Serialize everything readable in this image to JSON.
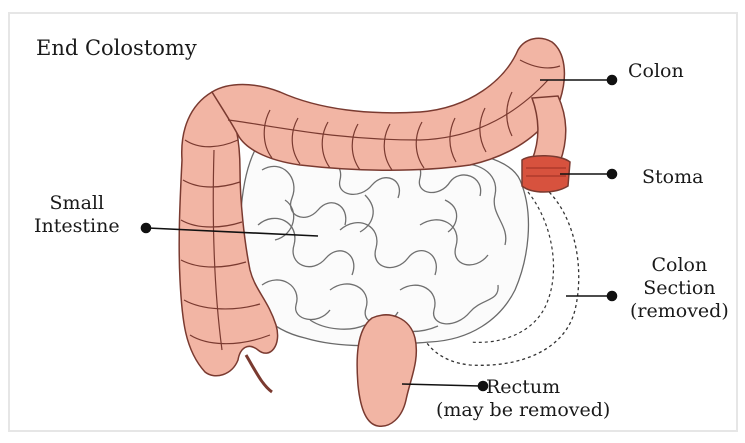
{
  "title": "End Colostomy",
  "labels": {
    "colon": "Colon",
    "stoma": "Stoma",
    "small_intestine": [
      "Small",
      "Intestine"
    ],
    "colon_section": [
      "Colon",
      "Section",
      "(removed)"
    ],
    "rectum": [
      "Rectum",
      "(may be removed)"
    ]
  },
  "colors": {
    "tissue": "#f2b5a4",
    "tissue_outline": "#7a3a30",
    "stoma": "#d7523e",
    "intestine_line": "#555555",
    "pointer": "#111111"
  }
}
